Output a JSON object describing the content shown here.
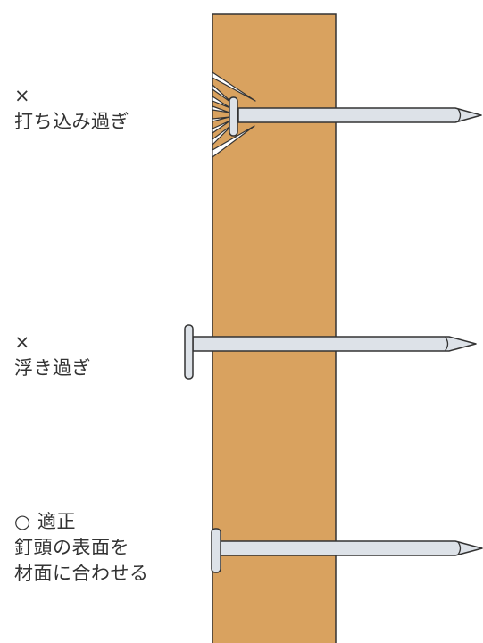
{
  "colors": {
    "wood": "#D9A25F",
    "outline": "#333333",
    "nail": "#DDE2E8",
    "text": "#333333"
  },
  "cases": [
    {
      "verdict": "×",
      "caption_lines": [
        "打ち込み過ぎ"
      ],
      "illustration": "nail-overdriven"
    },
    {
      "verdict": "×",
      "caption_lines": [
        "浮き過ぎ"
      ],
      "illustration": "nail-protruding"
    },
    {
      "verdict": "○ 適正",
      "caption_lines": [
        "釘頭の表面を",
        "材面に合わせる"
      ],
      "illustration": "nail-flush"
    }
  ]
}
